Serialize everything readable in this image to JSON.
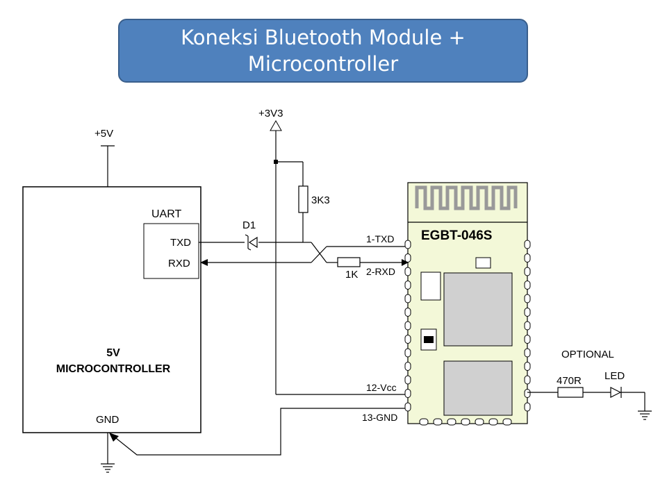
{
  "title": {
    "line1": "Koneksi Bluetooth Module +",
    "line2": "Microcontroller"
  },
  "labels": {
    "plus5v": "+5V",
    "plus3v3": "+3V3",
    "uart": "UART",
    "txd": "TXD",
    "rxd": "RXD",
    "d1": "D1",
    "r3k3": "3K3",
    "r1k": "1K",
    "pin1": "1-TXD",
    "pin2": "2-RXD",
    "pin12": "12-Vcc",
    "pin13": "13-GND",
    "module": "EGBT-046S",
    "mcu_line1": "5V",
    "mcu_line2": "MICROCONTROLLER",
    "gnd": "GND",
    "optional": "OPTIONAL",
    "r470": "470R",
    "led": "LED"
  },
  "colors": {
    "title_bg": "#4f81bd",
    "module_bg": "#f3f8d8",
    "chip": "#d0d0d0"
  }
}
